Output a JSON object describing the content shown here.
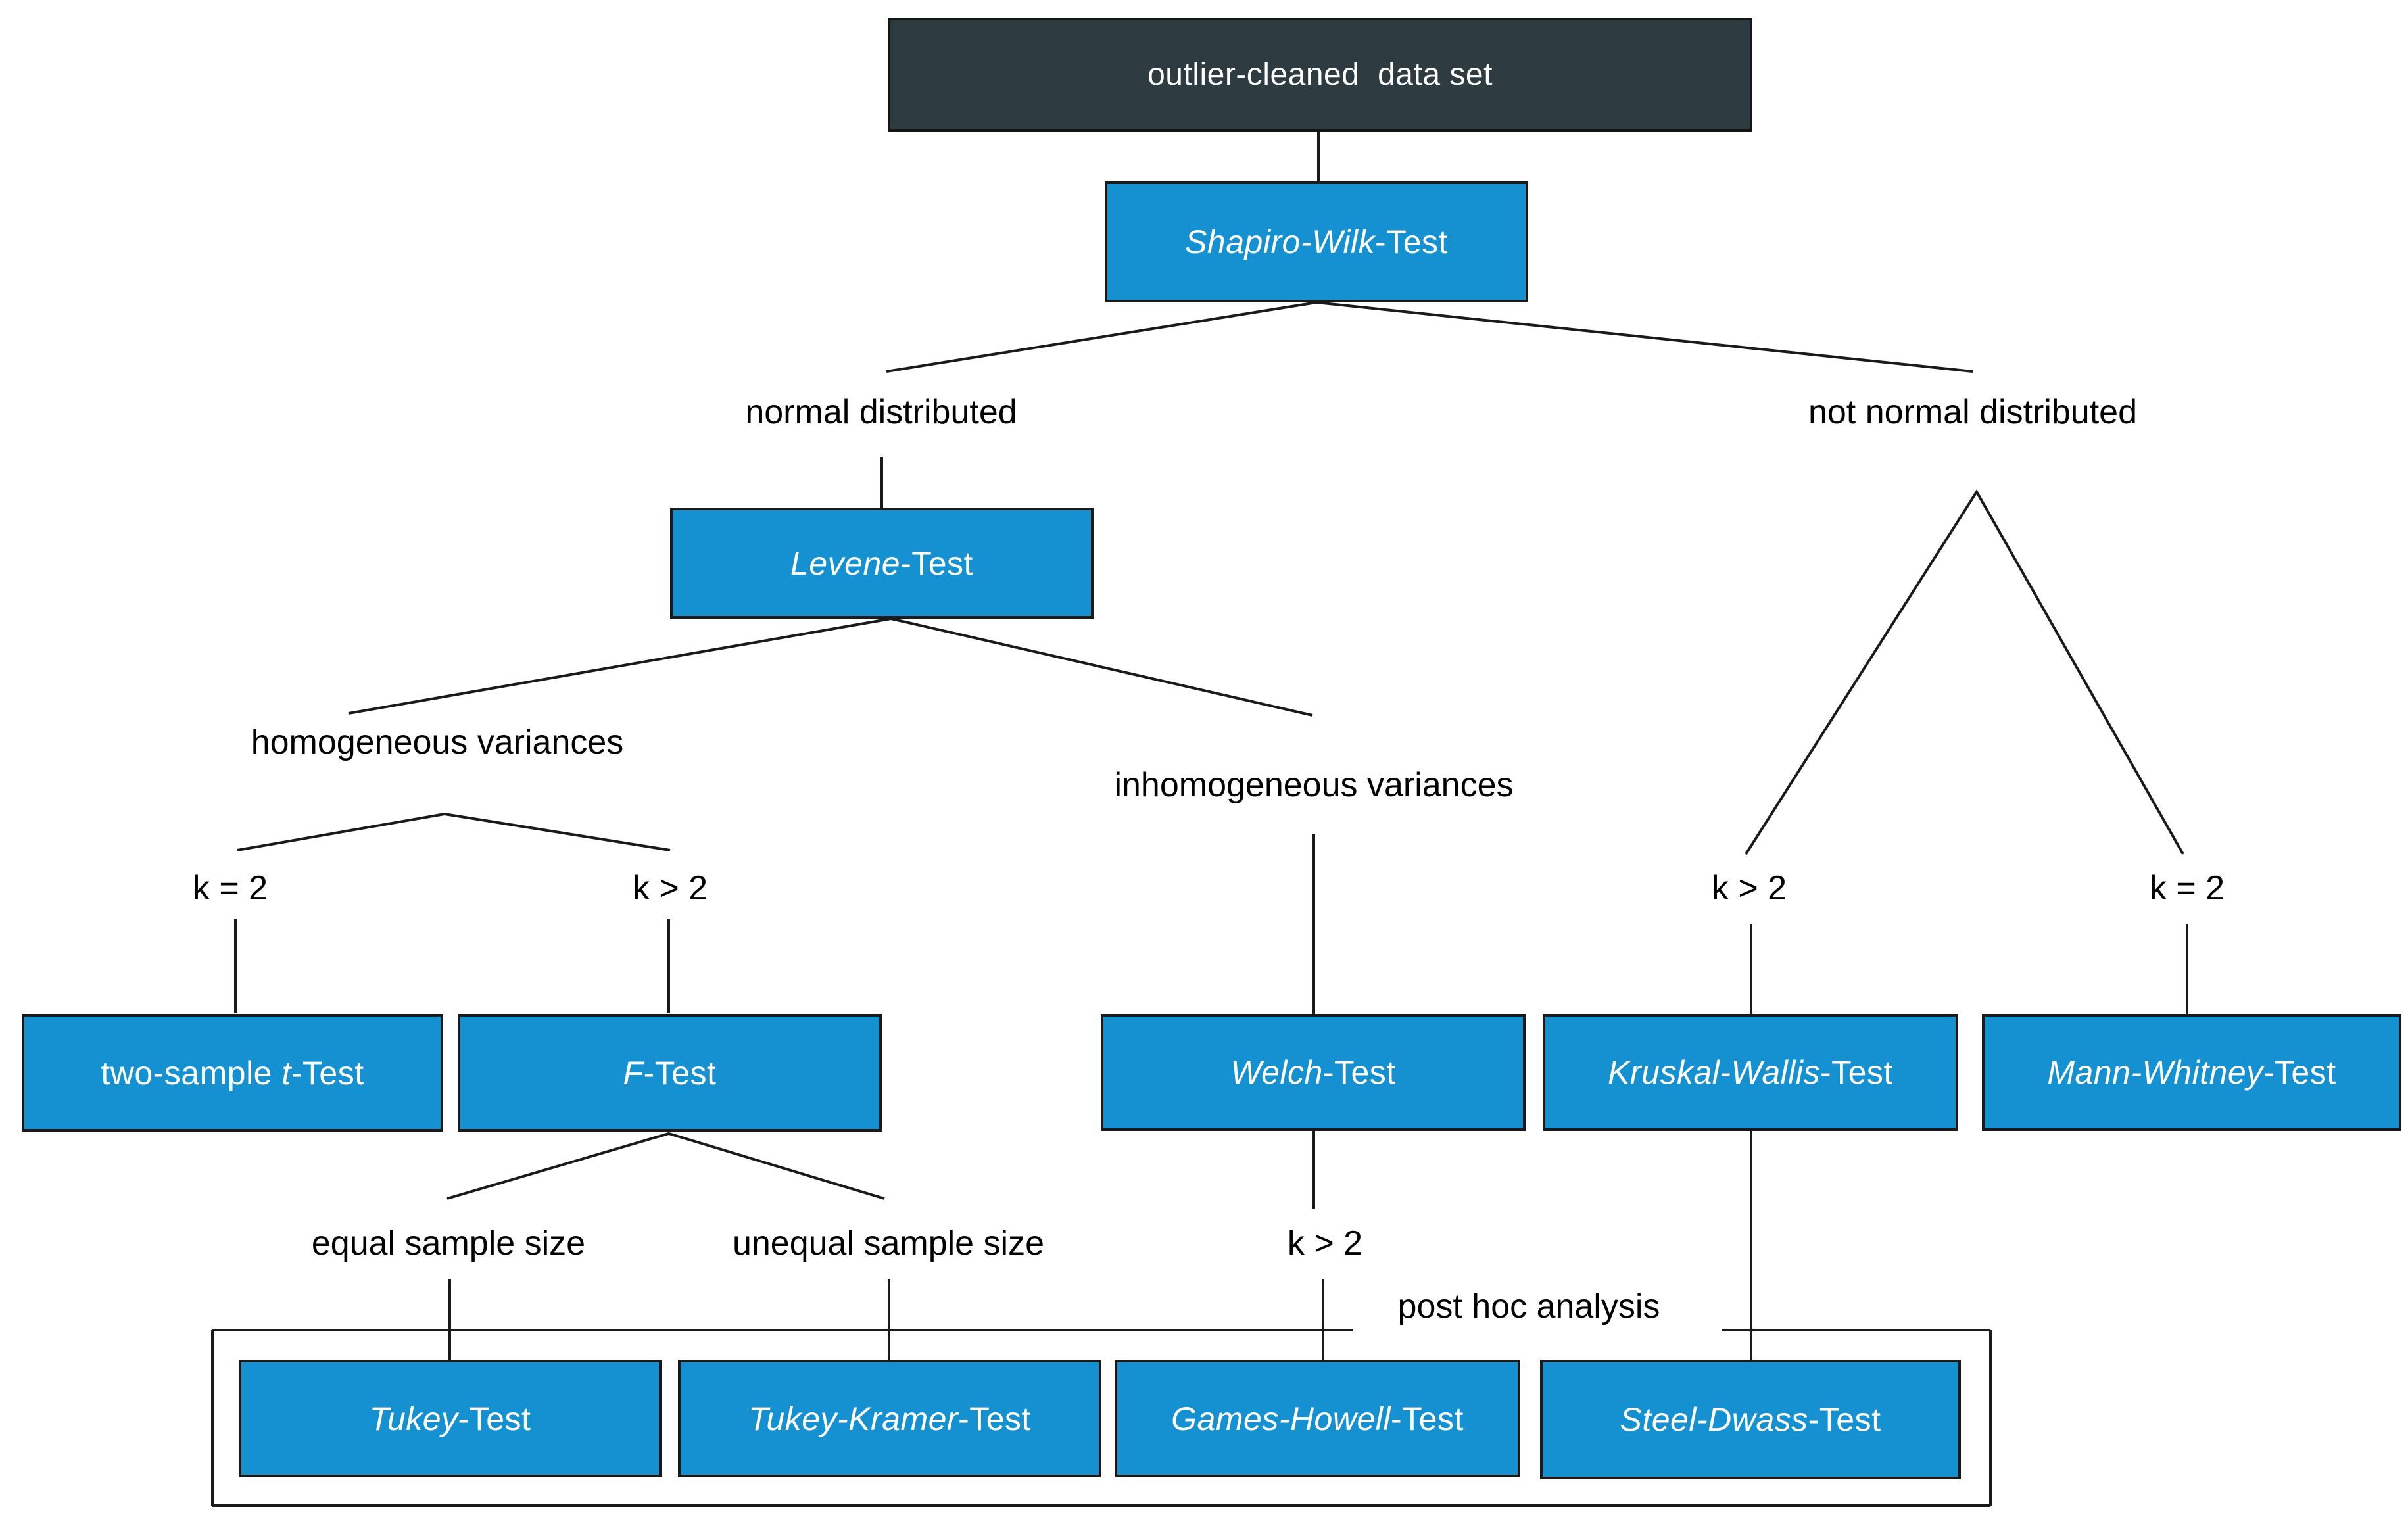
{
  "boxes": {
    "dataset": {
      "label": "outlier-cleaned  data set"
    },
    "shapiro": {
      "italic": "Shapiro-Wilk",
      "roman": "-Test"
    },
    "levene": {
      "italic": "Levene",
      "roman": "-Test"
    },
    "two_sample": {
      "prefix": "two-sample ",
      "italic": "t",
      "roman": "-Test"
    },
    "f": {
      "italic": "F",
      "roman": "-Test"
    },
    "welch": {
      "italic": "Welch",
      "roman": "-Test"
    },
    "kruskal": {
      "italic": "Kruskal-Wallis",
      "roman": "-Test"
    },
    "mann": {
      "italic": "Mann-Whitney",
      "roman": "-Test"
    },
    "tukey": {
      "italic": "Tukey",
      "roman": "-Test"
    },
    "tukey_kramer": {
      "italic": "Tukey-Kramer",
      "roman": "-Test"
    },
    "games_howell": {
      "italic": "Games-Howell",
      "roman": "-Test"
    },
    "steel_dwass": {
      "italic": "Steel-Dwass",
      "roman": "-Test"
    }
  },
  "labels": {
    "normal": "normal distributed",
    "not_normal": "not normal distributed",
    "homogeneous": "homogeneous variances",
    "inhomogeneous": "inhomogeneous variances",
    "k_eq_2_left": "k = 2",
    "k_gt_2_left": "k > 2",
    "equal_sample": "equal sample size",
    "unequal_sample": "unequal sample size",
    "k_gt_2_mid": "k > 2",
    "k_gt_2_right": "k > 2",
    "k_eq_2_right": "k = 2",
    "post_hoc": "post hoc analysis"
  },
  "colors": {
    "box_blue": "#1591d2",
    "box_dark": "#2e3b41",
    "connector": "#1a1a1a",
    "box_text": "#ffffff",
    "label_text": "#000000",
    "background": "#ffffff"
  }
}
